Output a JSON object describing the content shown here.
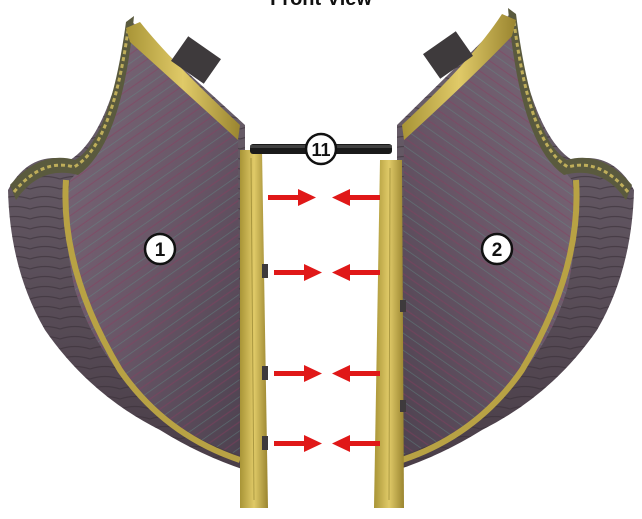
{
  "title": "Front View",
  "callouts": {
    "left_half": "1",
    "right_half": "2",
    "connector_rod": "11"
  },
  "colors": {
    "hull_purple": "#6e5a6c",
    "hull_dark": "#3e3440",
    "plank_line": "#5a8a82",
    "plank_red": "#8a3a5a",
    "gold_trim": "#c9b04a",
    "gold_dark": "#8a7a2a",
    "arrow_red": "#e01818",
    "rod_black": "#1a1a1a"
  },
  "icons": {
    "arrow_right": "arrow-right-icon",
    "arrow_left": "arrow-left-icon"
  }
}
